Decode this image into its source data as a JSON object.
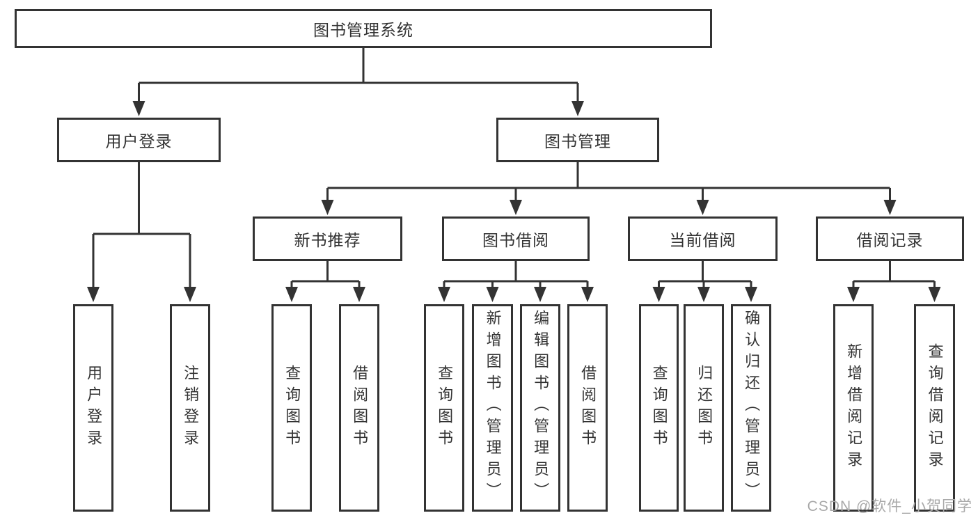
{
  "colors": {
    "line": "#333333",
    "text": "#333333",
    "watermark": "#a9a9a9",
    "bg": "#ffffff"
  },
  "diagram": {
    "nodes": {
      "root": "图书管理系统",
      "user_login": "用户登录",
      "book_mgmt": "图书管理",
      "new_book_rec": "新书推荐",
      "book_borrow": "图书借阅",
      "current_borrow": "当前借阅",
      "borrow_record": "借阅记录",
      "leaf_user_login": "用户登录",
      "leaf_logout": "注销登录",
      "leaf_newbook_query": "查询图书",
      "leaf_newbook_borrow": "借阅图书",
      "leaf_borrow_query": "查询图书",
      "leaf_borrow_add_admin": "新增图书（管理员）",
      "leaf_borrow_edit_admin": "编辑图书（管理员）",
      "leaf_borrow_borrow": "借阅图书",
      "leaf_current_query": "查询图书",
      "leaf_current_return": "归还图书",
      "leaf_current_confirm_admin": "确认归还（管理员）",
      "leaf_record_add": "新增借阅记录",
      "leaf_record_query": "查询借阅记录"
    },
    "edges": [
      [
        "root",
        "user_login"
      ],
      [
        "root",
        "book_mgmt"
      ],
      [
        "user_login",
        "leaf_user_login"
      ],
      [
        "user_login",
        "leaf_logout"
      ],
      [
        "book_mgmt",
        "new_book_rec"
      ],
      [
        "book_mgmt",
        "book_borrow"
      ],
      [
        "book_mgmt",
        "current_borrow"
      ],
      [
        "book_mgmt",
        "borrow_record"
      ],
      [
        "new_book_rec",
        "leaf_newbook_query"
      ],
      [
        "new_book_rec",
        "leaf_newbook_borrow"
      ],
      [
        "book_borrow",
        "leaf_borrow_query"
      ],
      [
        "book_borrow",
        "leaf_borrow_add_admin"
      ],
      [
        "book_borrow",
        "leaf_borrow_edit_admin"
      ],
      [
        "book_borrow",
        "leaf_borrow_borrow"
      ],
      [
        "current_borrow",
        "leaf_current_query"
      ],
      [
        "current_borrow",
        "leaf_current_return"
      ],
      [
        "current_borrow",
        "leaf_current_confirm_admin"
      ],
      [
        "borrow_record",
        "leaf_record_add"
      ],
      [
        "borrow_record",
        "leaf_record_query"
      ]
    ]
  },
  "watermark": "CSDN @软件_小贺同学"
}
